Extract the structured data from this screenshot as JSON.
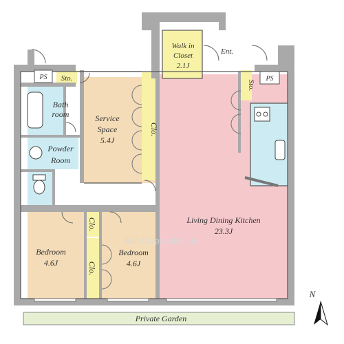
{
  "colors": {
    "wall": "#a9a9a9",
    "living": "#f5c8cc",
    "service": "#f4dcb8",
    "bedroom": "#f4dcb8",
    "wet": "#cdebf2",
    "storage": "#f7f2a6",
    "garden": "#e6efd2",
    "floor": "#ffffff"
  },
  "rooms": {
    "walk_in_closet": {
      "line1": "Walk in",
      "line2": "Closet",
      "size": "2.1J"
    },
    "entrance": "Ent.",
    "bathroom": {
      "line1": "Bath",
      "line2": "room"
    },
    "powder_room": {
      "line1": "Powder",
      "line2": "Room"
    },
    "service_space": {
      "line1": "Service",
      "line2": "Space",
      "size": "5.4J"
    },
    "living_dining_kitchen": {
      "name": "Living Dining Kitchen",
      "size": "23.3J"
    },
    "bedroom_left": {
      "name": "Bedroom",
      "size": "4.6J"
    },
    "bedroom_right": {
      "name": "Bedroom",
      "size": "4.6J"
    }
  },
  "labels": {
    "ps_left": "PS",
    "ps_right": "PS",
    "storage_top": "Sto.",
    "storage_kitchen": "Sto.",
    "closet_service": "Clo.",
    "closet_bed_top": "Clo.",
    "closet_bed_bottom": "Clo.",
    "garden": "Private Garden",
    "north": "N",
    "watermark": "Ken Corporation Ltd."
  },
  "north_icon": "compass-arrow-icon"
}
